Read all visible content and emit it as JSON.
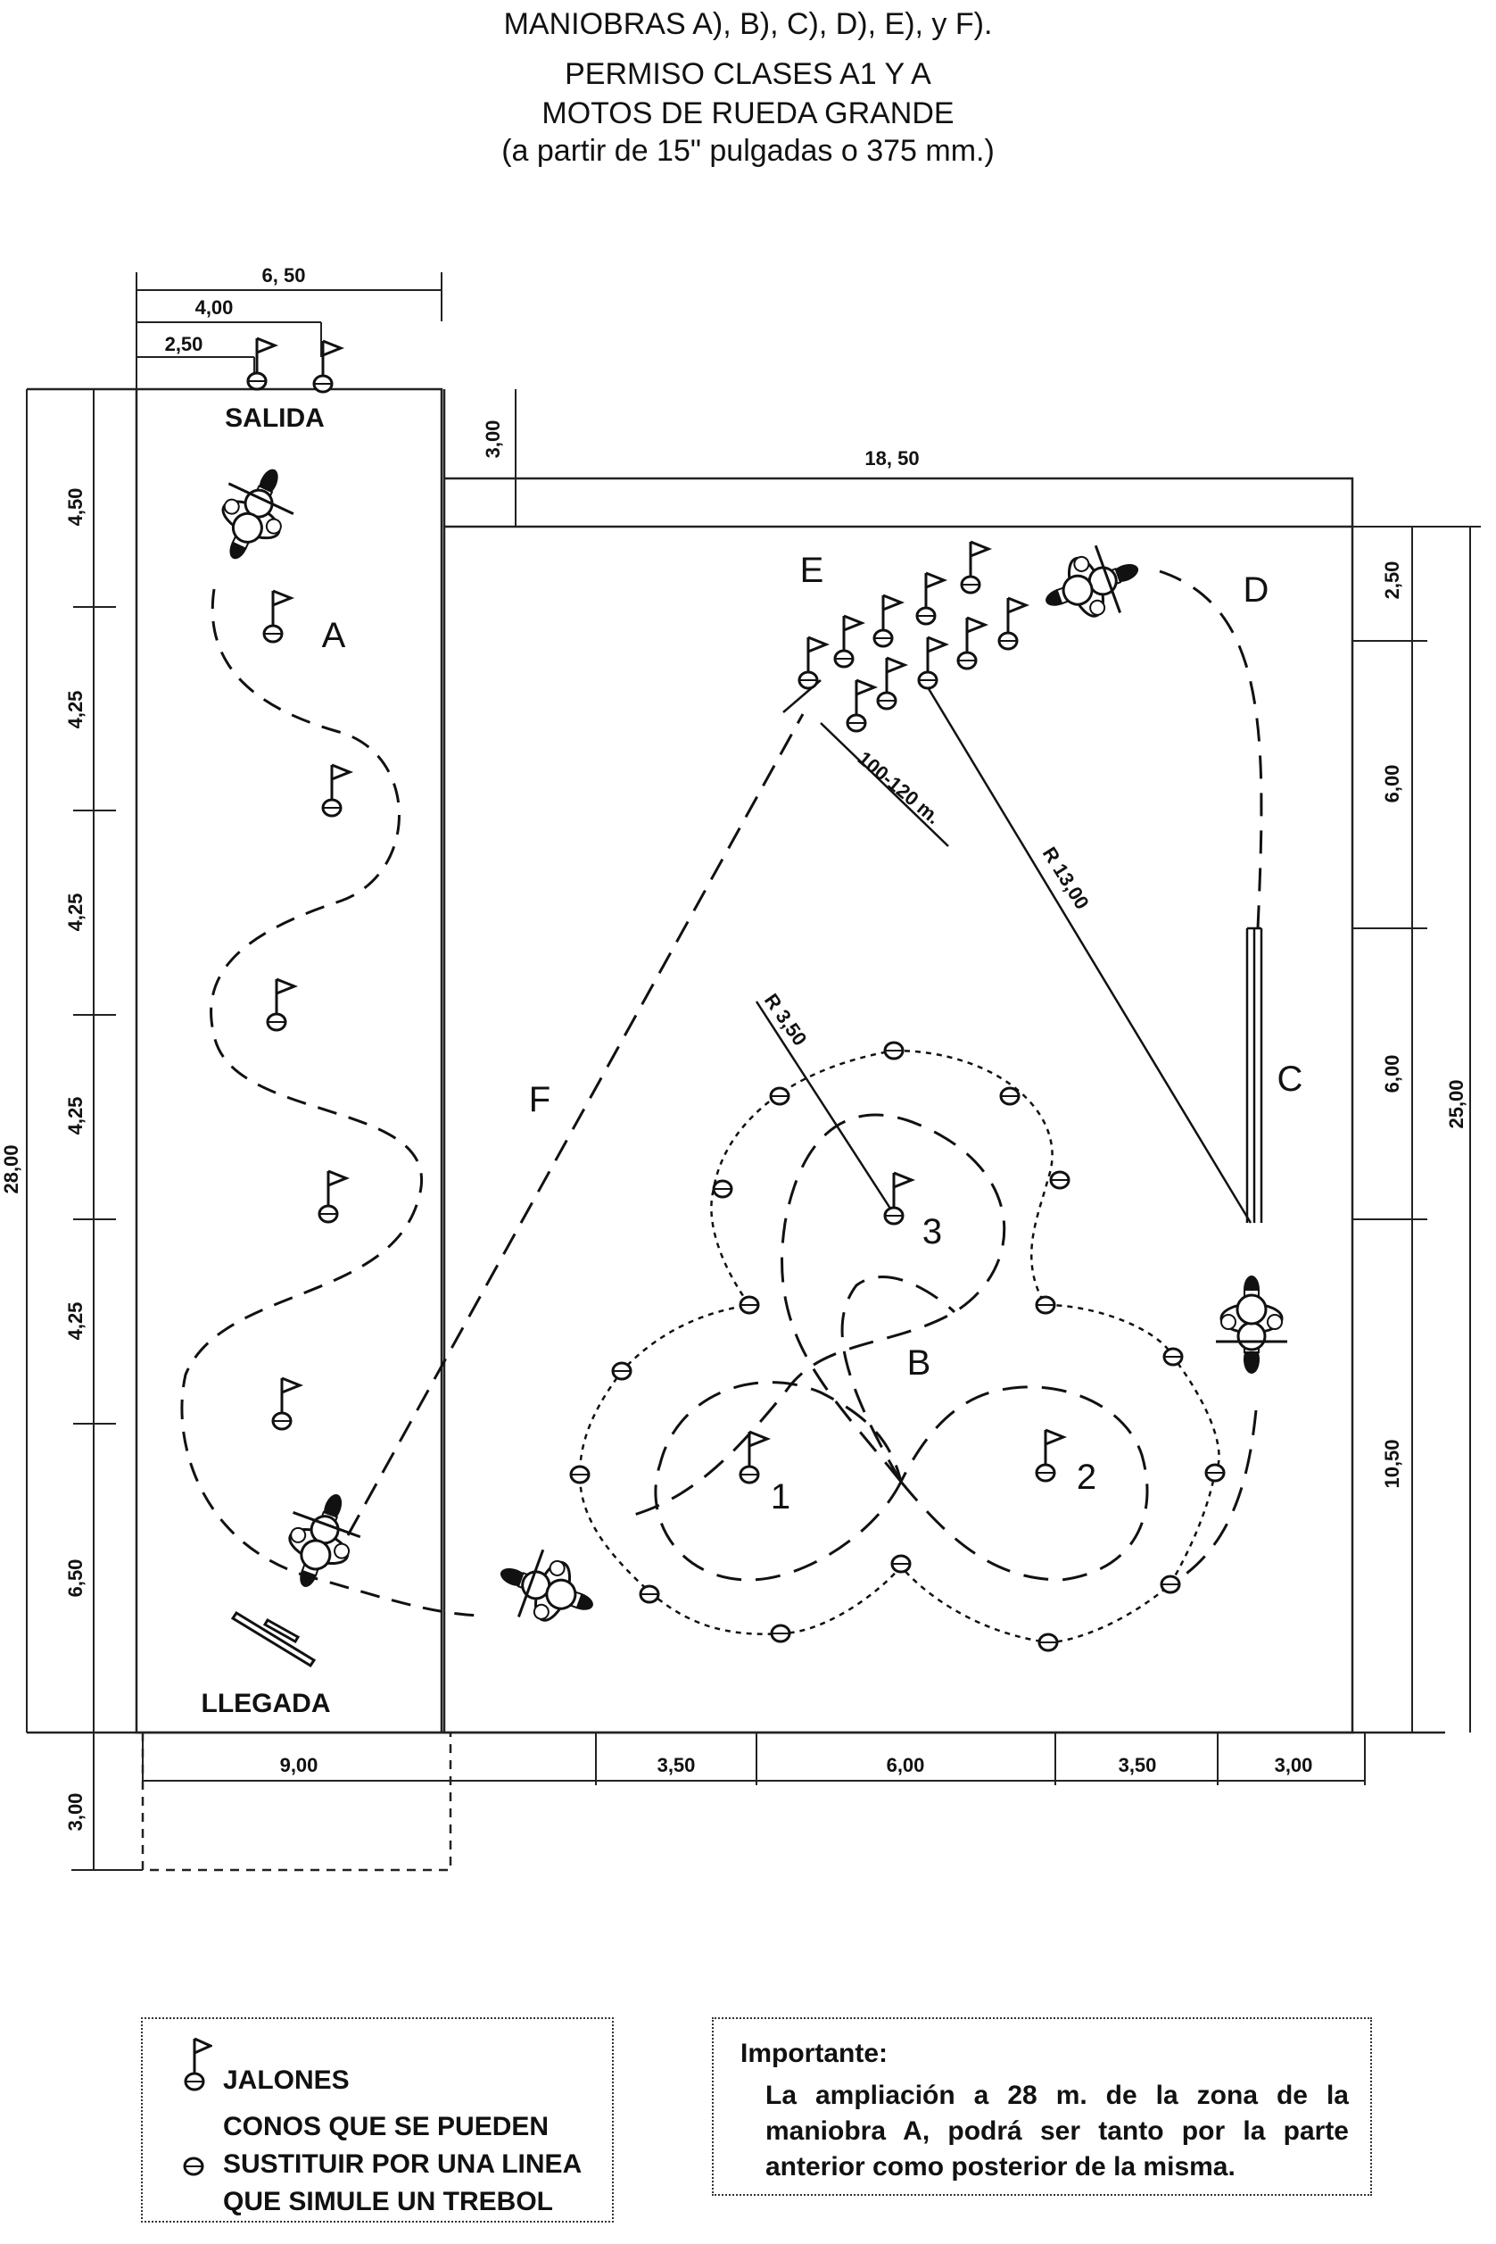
{
  "header": {
    "title": "MANIOBRAS A), B), C), D), E), y F).",
    "line1": "PERMISO CLASES  A1 Y A",
    "line2": "MOTOS DE RUEDA GRANDE",
    "line3": "(a partir de 15\" pulgadas o 375 mm.)"
  },
  "diagram": {
    "labels": {
      "salida": "SALIDA",
      "llegada": "LLEGADA",
      "a": "A",
      "b": "B",
      "c": "C",
      "d": "D",
      "e": "E",
      "f": "F",
      "n1": "1",
      "n2": "2",
      "n3": "3"
    },
    "measurements": {
      "top_650": "6, 50",
      "top_400": "4,00",
      "top_250": "2,50",
      "left_450": "4,50",
      "left_425_a": "4,25",
      "left_425_b": "4,25",
      "left_425_c": "4,25",
      "left_425_d": "4,25",
      "left_650": "6,50",
      "left_2800": "28,00",
      "bottom_left_300": "3,00",
      "gap_300": "3,00",
      "top_1850": "18, 50",
      "right_250": "2,50",
      "right_600_a": "6,00",
      "right_600_b": "6,00",
      "right_1050": "10,50",
      "right_2500": "25,00",
      "bottom_900": "9,00",
      "bottom_350_a": "3,50",
      "bottom_600": "6,00",
      "bottom_350_b": "3,50",
      "bottom_300": "3,00",
      "r350": "R 3,50",
      "r1300": "R 13,00",
      "dist_100_120": "100-120 m."
    }
  },
  "legend": {
    "jalones": "JALONES",
    "conos_line1": "CONOS QUE SE PUEDEN",
    "conos_line2": "SUSTITUIR POR UNA LINEA",
    "conos_line3": "QUE SIMULE UN TREBOL"
  },
  "important": {
    "title": "Importante:",
    "body": "La ampliación a 28 m. de la zona de la maniobra A, podrá ser tanto por la parte anterior como posterior de la misma."
  }
}
